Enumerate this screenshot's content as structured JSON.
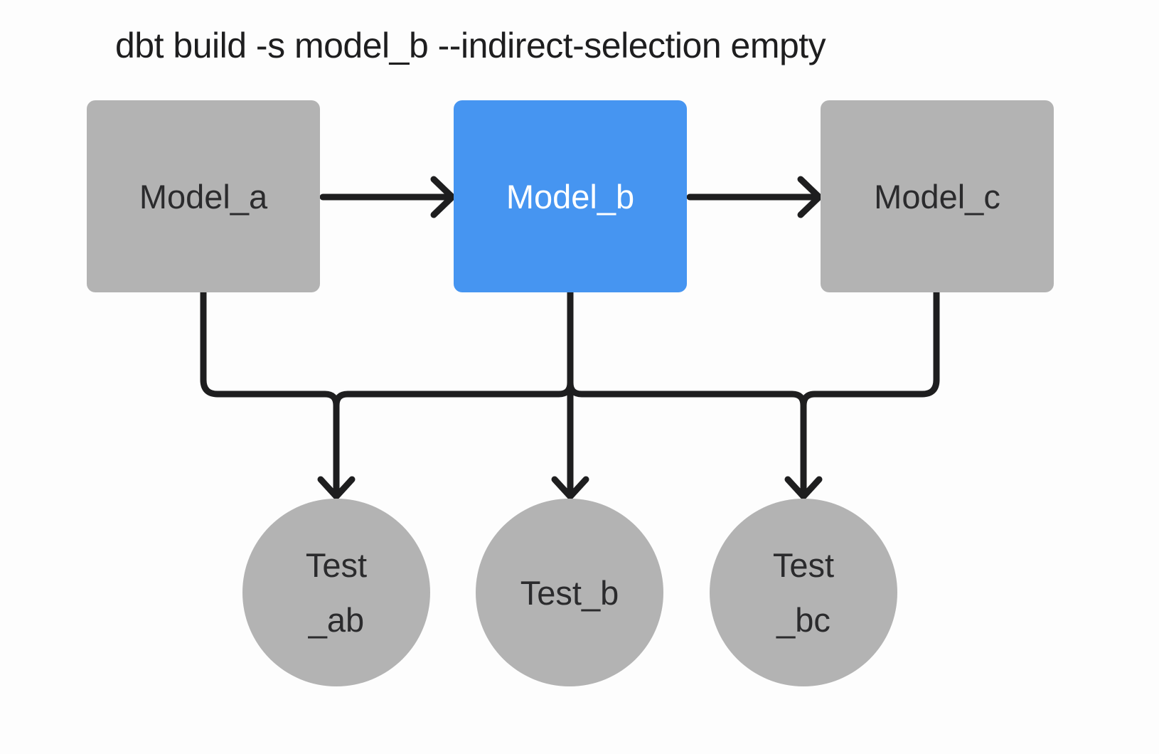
{
  "title": "dbt build -s model_b --indirect-selection empty",
  "colors": {
    "background": "#fdfdfd",
    "node_gray": "#b3b3b3",
    "node_selected_blue": "#4695f1",
    "connector_dark": "#1e1e1f",
    "label_dark": "#2b2b2d",
    "label_on_selected": "#ffffff"
  },
  "diagram": {
    "models": [
      {
        "id": "model_a",
        "label": "Model_a",
        "selected": false
      },
      {
        "id": "model_b",
        "label": "Model_b",
        "selected": true
      },
      {
        "id": "model_c",
        "label": "Model_c",
        "selected": false
      }
    ],
    "tests": [
      {
        "id": "test_ab",
        "lines": [
          "Test",
          "_ab"
        ]
      },
      {
        "id": "test_b",
        "lines": [
          "Test_b"
        ]
      },
      {
        "id": "test_bc",
        "lines": [
          "Test",
          "_bc"
        ]
      }
    ],
    "edges": [
      {
        "from": "model_a",
        "to": "model_b"
      },
      {
        "from": "model_b",
        "to": "model_c"
      },
      {
        "from": "model_a",
        "to": "test_ab"
      },
      {
        "from": "model_b",
        "to": "test_ab"
      },
      {
        "from": "model_b",
        "to": "test_b"
      },
      {
        "from": "model_b",
        "to": "test_bc"
      },
      {
        "from": "model_c",
        "to": "test_bc"
      }
    ]
  }
}
